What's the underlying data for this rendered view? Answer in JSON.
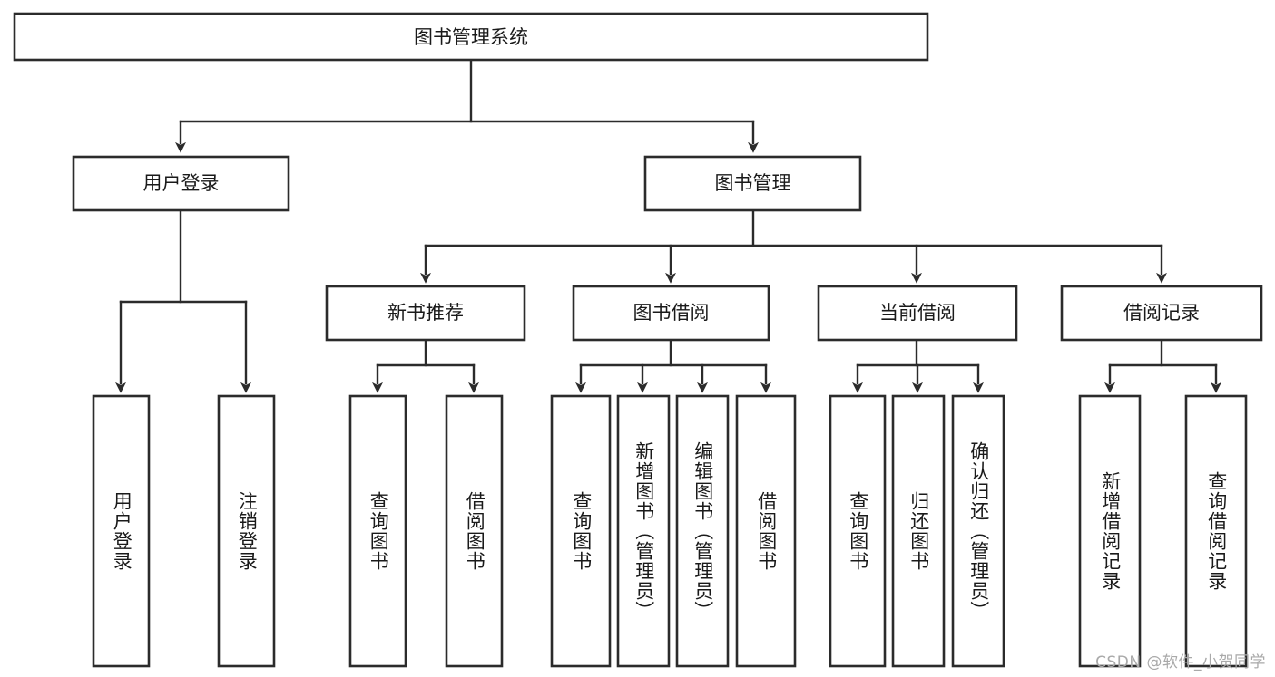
{
  "diagram": {
    "type": "tree",
    "title": "图书管理系统",
    "watermark": "CSDN @软件_小贺同学",
    "root": {
      "id": "root",
      "label": "图书管理系统",
      "orientation": "horizontal"
    },
    "level2": [
      {
        "id": "user-login",
        "label": "用户登录",
        "orientation": "horizontal"
      },
      {
        "id": "book-manage",
        "label": "图书管理",
        "orientation": "horizontal"
      }
    ],
    "level3": [
      {
        "id": "new-book-recommend",
        "label": "新书推荐",
        "orientation": "horizontal",
        "parent": "book-manage"
      },
      {
        "id": "book-borrow",
        "label": "图书借阅",
        "orientation": "horizontal",
        "parent": "book-manage"
      },
      {
        "id": "current-borrow",
        "label": "当前借阅",
        "orientation": "horizontal",
        "parent": "book-manage"
      },
      {
        "id": "borrow-record",
        "label": "借阅记录",
        "orientation": "horizontal",
        "parent": "book-manage"
      }
    ],
    "leaves": [
      {
        "id": "leaf-user-login",
        "label": "用户登录",
        "orientation": "vertical",
        "parent": "user-login"
      },
      {
        "id": "leaf-logout-login",
        "label": "注销登录",
        "orientation": "vertical",
        "parent": "user-login"
      },
      {
        "id": "leaf-query-book-1",
        "label": "查询图书",
        "orientation": "vertical",
        "parent": "new-book-recommend"
      },
      {
        "id": "leaf-borrow-book-1",
        "label": "借阅图书",
        "orientation": "vertical",
        "parent": "new-book-recommend"
      },
      {
        "id": "leaf-query-book-2",
        "label": "查询图书",
        "orientation": "vertical",
        "parent": "book-borrow"
      },
      {
        "id": "leaf-add-book",
        "label": "新增图书（管理员）",
        "orientation": "vertical",
        "parent": "book-borrow"
      },
      {
        "id": "leaf-edit-book",
        "label": "编辑图书（管理员）",
        "orientation": "vertical",
        "parent": "book-borrow"
      },
      {
        "id": "leaf-borrow-book-2",
        "label": "借阅图书",
        "orientation": "vertical",
        "parent": "book-borrow"
      },
      {
        "id": "leaf-query-book-3",
        "label": "查询图书",
        "orientation": "vertical",
        "parent": "current-borrow"
      },
      {
        "id": "leaf-return-book",
        "label": "归还图书",
        "orientation": "vertical",
        "parent": "current-borrow"
      },
      {
        "id": "leaf-confirm-return",
        "label": "确认归还（管理员）",
        "orientation": "vertical",
        "parent": "current-borrow"
      },
      {
        "id": "leaf-add-record",
        "label": "新增借阅记录",
        "orientation": "vertical",
        "parent": "borrow-record"
      },
      {
        "id": "leaf-query-record",
        "label": "查询借阅记录",
        "orientation": "vertical",
        "parent": "borrow-record"
      }
    ],
    "colors": {
      "stroke": "#2b2b2b",
      "fill": "#ffffff",
      "text": "#1a1a1a",
      "watermark": "#a9a9a9",
      "background": "#ffffff"
    }
  }
}
